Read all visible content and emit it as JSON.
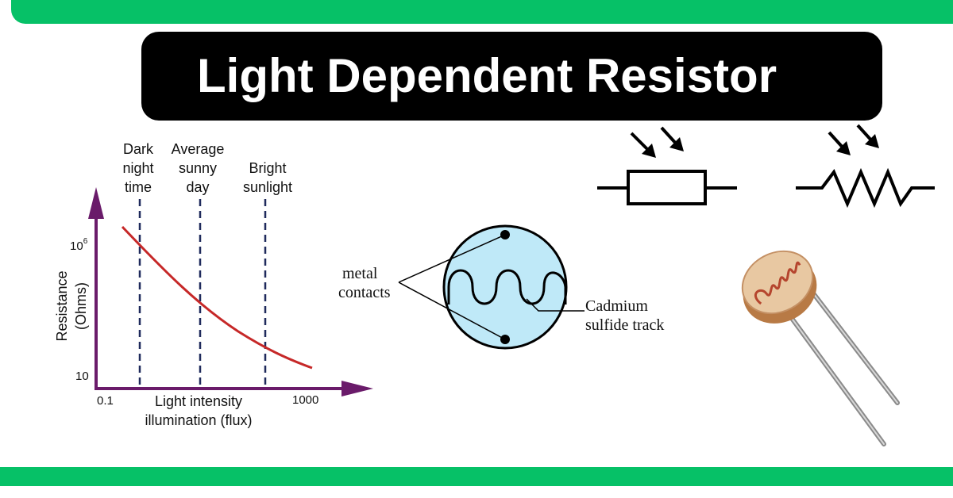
{
  "title": "Light Dependent Resistor",
  "colors": {
    "accent_green": "#06c167",
    "curve_red": "#c62828",
    "axis_purple": "#6a1b6a",
    "cell_fill": "#bfe9f8"
  },
  "graph": {
    "y_axis_label_line1": "Resistance",
    "y_axis_label_line2": "(Ohms)",
    "y_tick_top_base": "10",
    "y_tick_top_exp": "6",
    "y_tick_bottom": "10",
    "x_tick_left": "0.1",
    "x_tick_right": "1000",
    "x_axis_label_line1": "Light intensity",
    "x_axis_label_line2": "illumination (flux)",
    "markers": [
      {
        "lines": [
          "Dark",
          "night",
          "time"
        ]
      },
      {
        "lines": [
          "Average",
          "sunny",
          "day"
        ]
      },
      {
        "lines": [
          "Bright",
          "sunlight"
        ]
      }
    ]
  },
  "cell": {
    "label_contacts_1": "metal",
    "label_contacts_2": "contacts",
    "label_track_1": "Cadmium",
    "label_track_2": "sulfide track"
  },
  "symbols": [
    "photoresistor-box-symbol-icon",
    "photoresistor-zigzag-symbol-icon"
  ],
  "photo": "ldr-component-icon"
}
